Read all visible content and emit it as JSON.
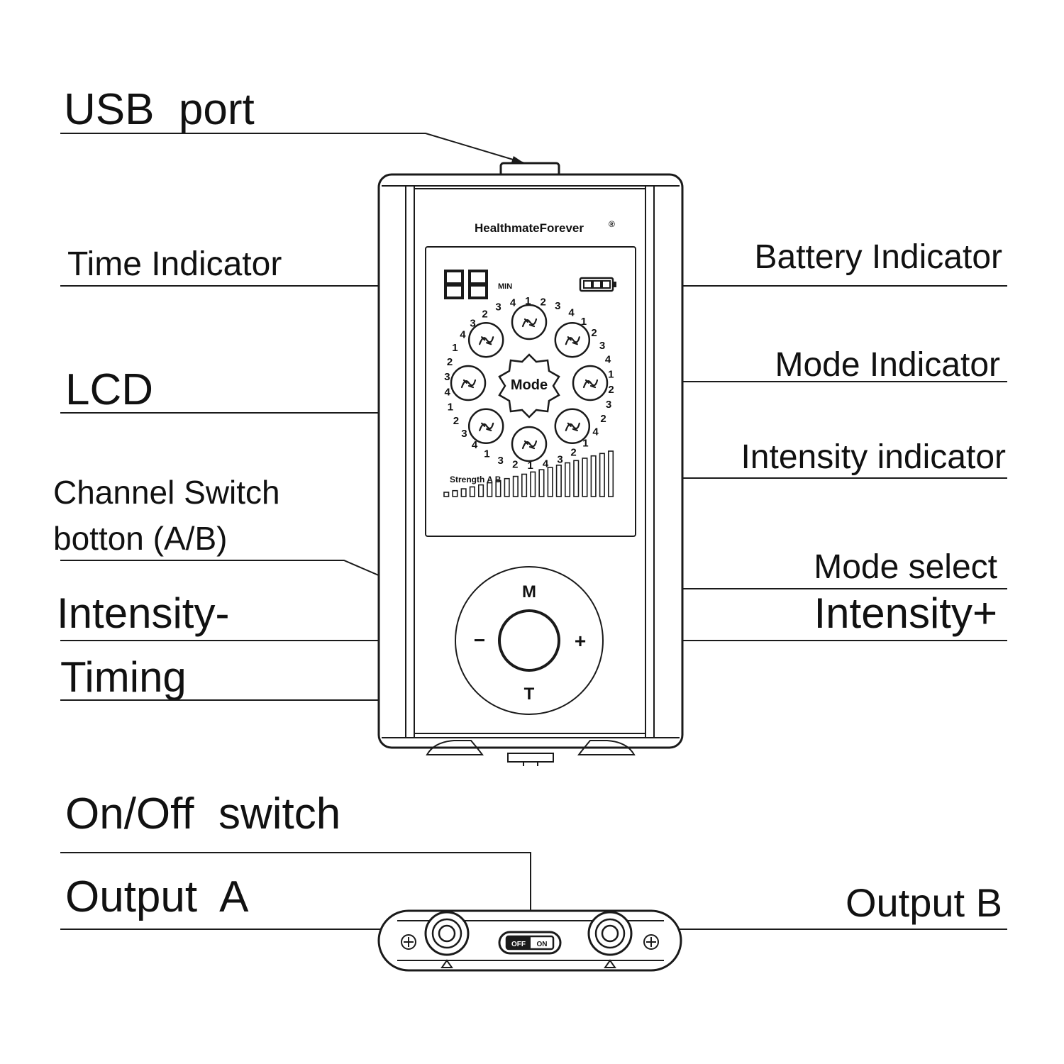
{
  "labels": {
    "usb_port": "USB  port",
    "time_indicator": "Time Indicator",
    "lcd": "LCD",
    "channel_switch_line1": "Channel Switch",
    "channel_switch_line2": "botton (A/B)",
    "intensity_minus": "Intensity-",
    "timing": "Timing",
    "battery_indicator": "Battery Indicator",
    "mode_indicator": "Mode Indicator",
    "intensity_indicator": "Intensity indicator",
    "mode_select": "Mode select",
    "intensity_plus": "Intensity+",
    "on_off_switch": "On/Off  switch",
    "output_a": "Output  A",
    "output_b": "Output B"
  },
  "device": {
    "brand": "HealthmateForever",
    "brand_mark": "®",
    "time_digits": "88",
    "time_unit": "MIN",
    "mode_label": "Mode",
    "strength_label": "Strength A B",
    "intensity_levels": 20,
    "battery_bars": 3,
    "button_m": "M",
    "button_minus": "−",
    "button_plus": "+",
    "button_t": "T",
    "switch_off": "OFF",
    "switch_on": "ON"
  },
  "mode_numbers": [
    "3",
    "4",
    "1",
    "2",
    "3",
    "4",
    "1",
    "2",
    "3",
    "4",
    "1",
    "2",
    "3",
    "2",
    "4",
    "1",
    "2",
    "3",
    "4",
    "1",
    "2",
    "3",
    "1",
    "4",
    "3",
    "2",
    "1",
    "4",
    "3",
    "2",
    "1",
    "4",
    "3",
    "2"
  ],
  "colors": {
    "ink": "#1a1a1a",
    "background": "#ffffff"
  }
}
